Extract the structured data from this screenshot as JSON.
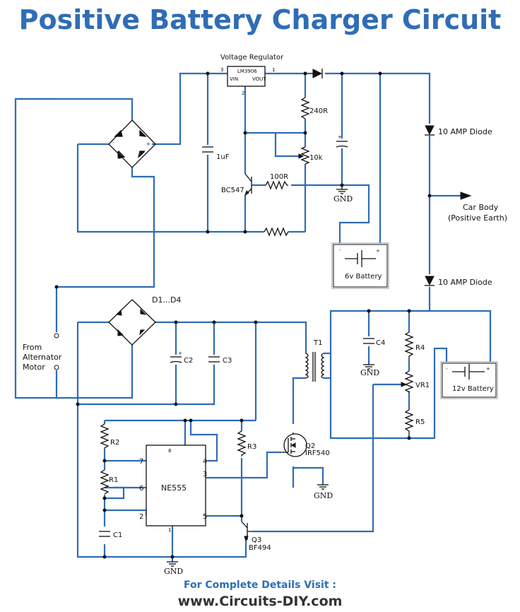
{
  "title": "Positive Battery Charger Circuit",
  "footer": {
    "visit": "For Complete Details Visit :",
    "url": "www.Circuits-DIY.com"
  },
  "colors": {
    "title": "#2f6db5",
    "wire": "#2f6db5",
    "component": "#111111"
  },
  "labels": {
    "voltage_regulator": "Voltage Regulator",
    "regulator_part": "LM3906",
    "vin": "VIN",
    "vout": "VOUT",
    "pin3": "3",
    "pin1": "1",
    "pin2": "2",
    "cap_1uf": "1uF",
    "res_240r": "240R",
    "pot_10k": "10k",
    "res_100r": "100R",
    "bc547": "BC547",
    "gnd": "GND",
    "battery_6v": "6v Battery",
    "diode_10a_top": "10 AMP Diode",
    "car_body": "Car Body",
    "positive_earth": "(Positive Earth)",
    "diode_10a_bottom": "10 AMP Diode",
    "d1d4": "D1...D4",
    "from": "From",
    "alternator": "Alternator",
    "motor": "Motor",
    "c2": "C2",
    "c3": "C3",
    "t1": "T1",
    "c4": "C4",
    "r4": "R4",
    "vr1": "VR1",
    "r5": "R5",
    "battery_12v": "12v Battery",
    "q2": "Q2",
    "irf540": "IRF540",
    "r2": "R2",
    "r1": "R1",
    "c1": "C1",
    "r3": "R3",
    "ne555": "NE555",
    "pin_8": "8",
    "pin_4": "4",
    "pin_7": "7",
    "pin_3": "3",
    "pin_6": "6",
    "pin_2": "2",
    "pin_5": "5",
    "pin_1": "1",
    "q3": "Q3",
    "bf494": "BF494",
    "plus": "+",
    "minus": "-"
  }
}
